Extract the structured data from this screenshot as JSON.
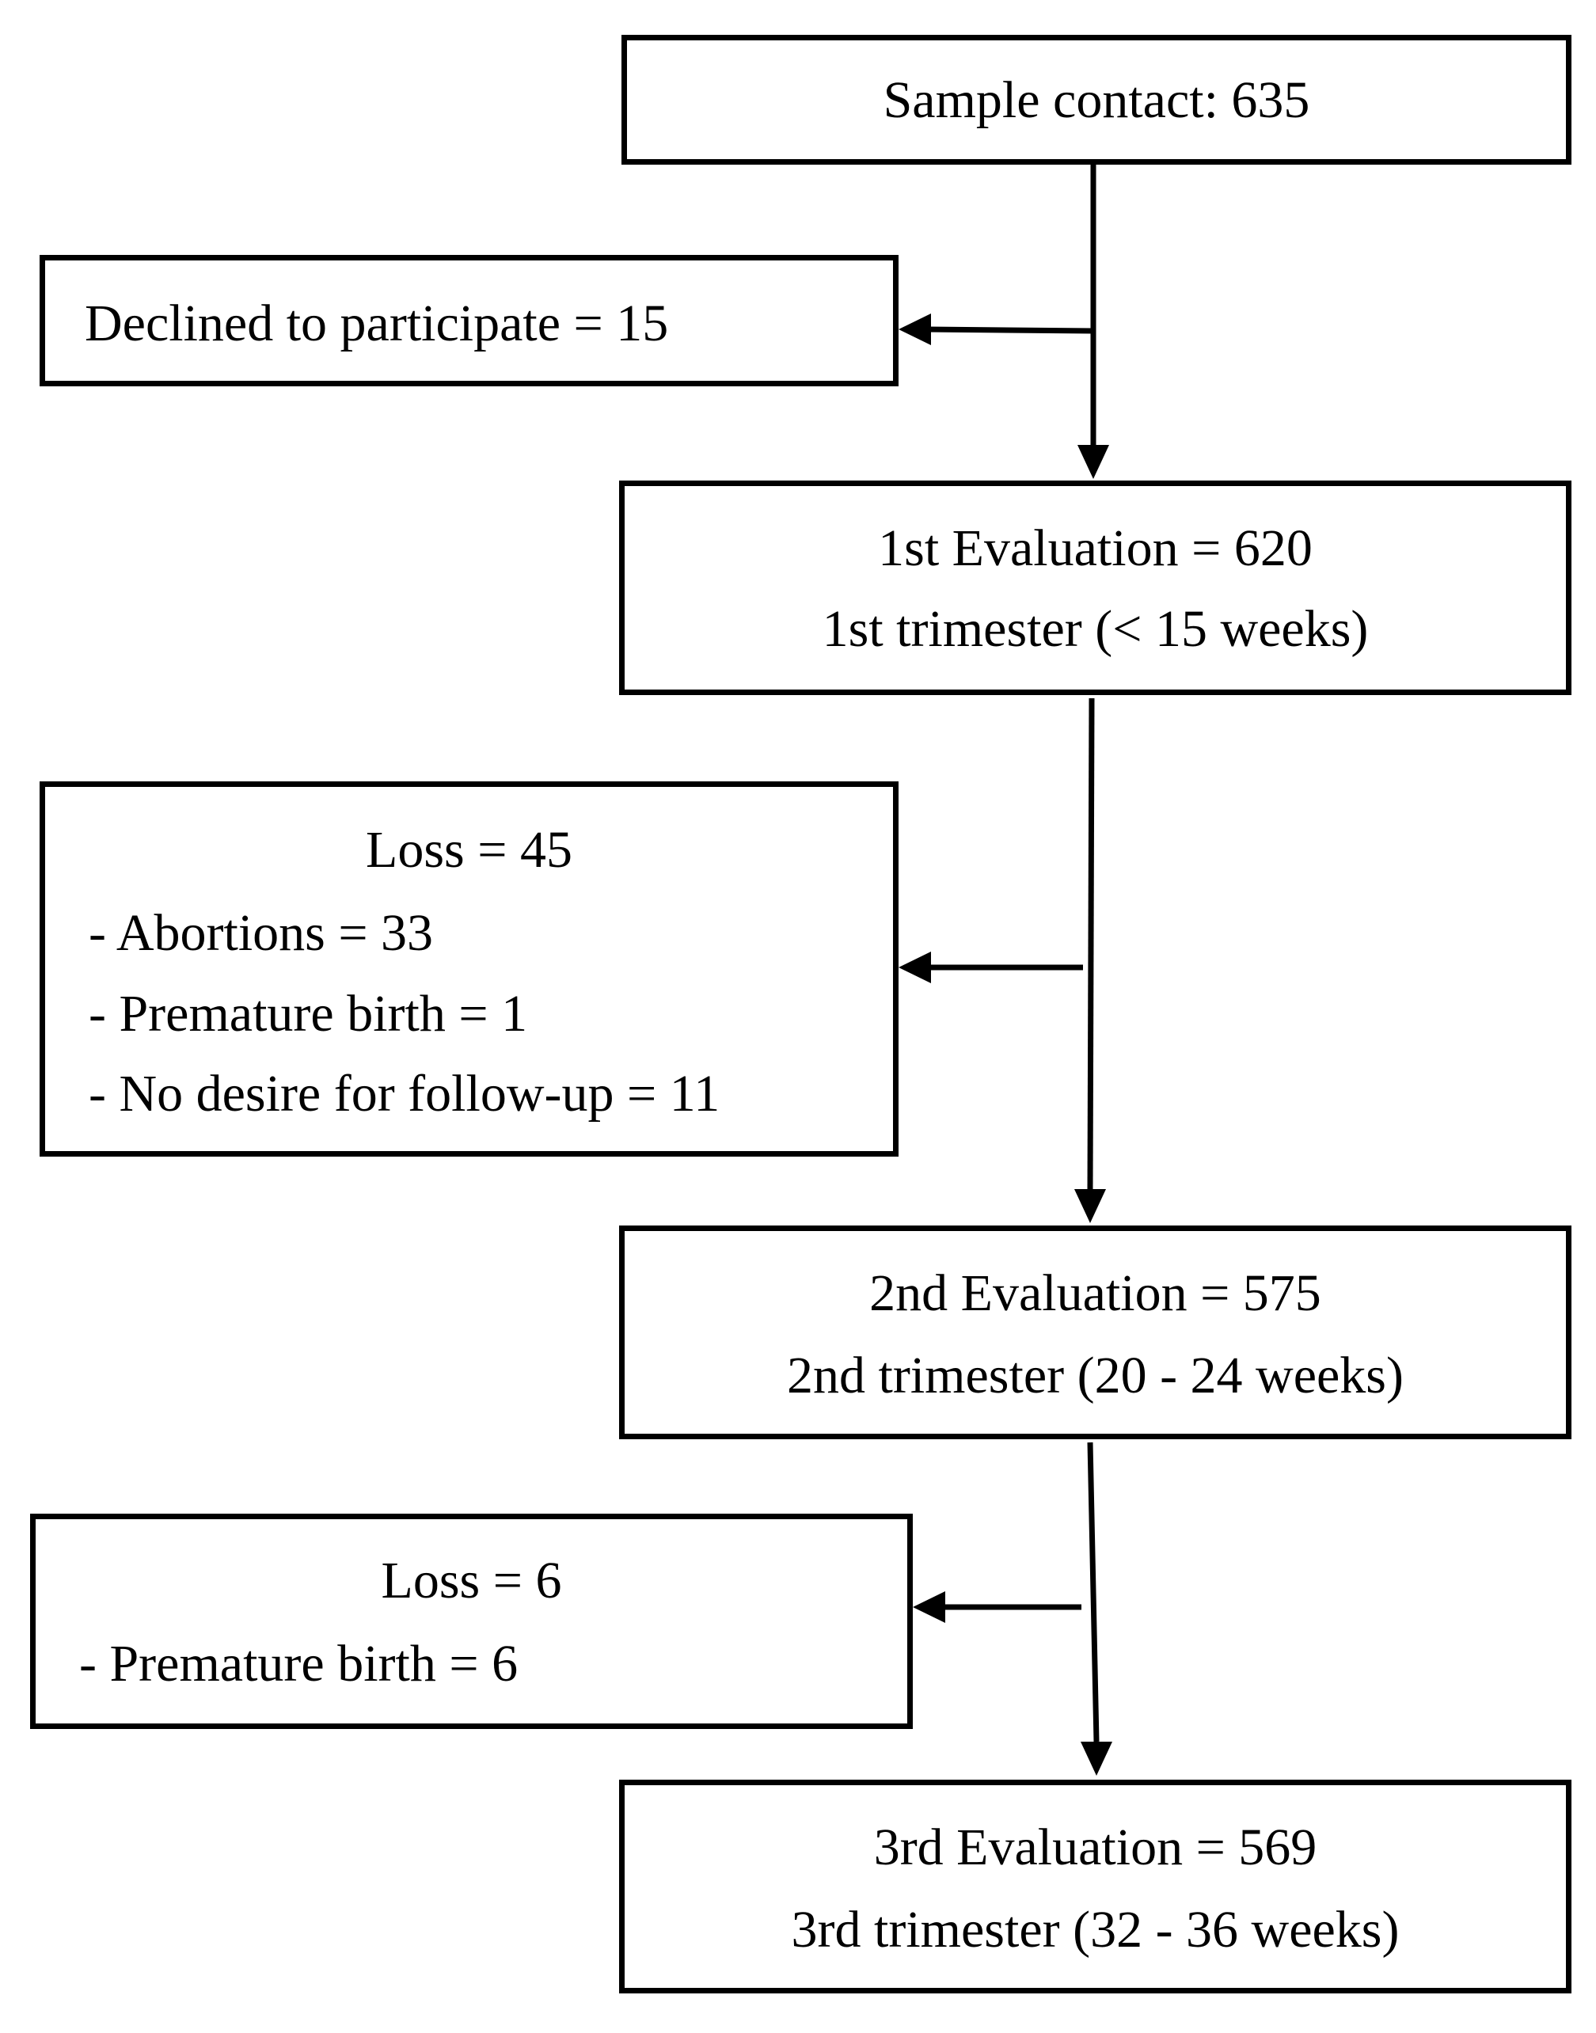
{
  "flowchart": {
    "sample_contact": "Sample contact: 635",
    "declined": "Declined to participate = 15",
    "eval1": {
      "title": "1st Evaluation = 620",
      "subtitle": "1st trimester (< 15 weeks)"
    },
    "loss1": {
      "title": "Loss = 45",
      "items": [
        "- Abortions = 33",
        "- Premature birth = 1",
        "- No desire for follow-up = 11"
      ]
    },
    "eval2": {
      "title": "2nd Evaluation = 575",
      "subtitle": "2nd trimester (20 - 24 weeks)"
    },
    "loss2": {
      "title": "Loss = 6",
      "items": [
        "- Premature birth = 6"
      ]
    },
    "eval3": {
      "title": "3rd Evaluation = 569",
      "subtitle": "3rd trimester (32 - 36 weeks)"
    }
  }
}
